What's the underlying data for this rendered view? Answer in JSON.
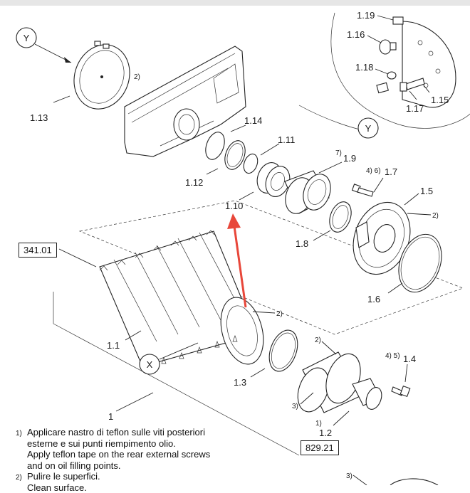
{
  "callouts": {
    "y_top": "Y",
    "y_detail": "Y",
    "x": "X"
  },
  "labels": {
    "p1_13": "1.13",
    "p1_14": "1.14",
    "p1_11": "1.11",
    "p1_12": "1.12",
    "p1_9": "1.9",
    "p1_9_note": "7)",
    "p1_10": "1.10",
    "p1_7": "1.7",
    "p1_7_note": "4) 6)",
    "p1_5": "1.5",
    "p1_8": "1.8",
    "p1_6": "1.6",
    "p1_1": "1.1",
    "p1_3": "1.3",
    "p1_4": "1.4",
    "p1_4_note": "4) 5)",
    "p1_2": "1.2",
    "p1_2_note": "1)",
    "p1": "1",
    "p1_19": "1.19",
    "p1_16": "1.16",
    "p1_18": "1.18",
    "p1_15": "1.15",
    "p1_17": "1.17",
    "note2_a": "2)",
    "note2_b": "2)",
    "note2_c": "2)",
    "note2_d": "2)",
    "note3_a": "3)",
    "note3_b": "3)"
  },
  "boxes": {
    "ref_341": "341.01",
    "ref_829": "829.21"
  },
  "notes": [
    {
      "num": "1)",
      "lines": [
        "Applicare nastro di teflon sulle viti posteriori",
        "esterne e sui punti riempimento olio.",
        "Apply teflon tape on the rear external screws",
        "and on oil filling points."
      ]
    },
    {
      "num": "2)",
      "lines": [
        "Pulire le superfici.",
        "Clean surface."
      ]
    }
  ],
  "colors": {
    "line": "#222222",
    "arrow": "#e8473a",
    "topbar": "#e6e6e6"
  }
}
